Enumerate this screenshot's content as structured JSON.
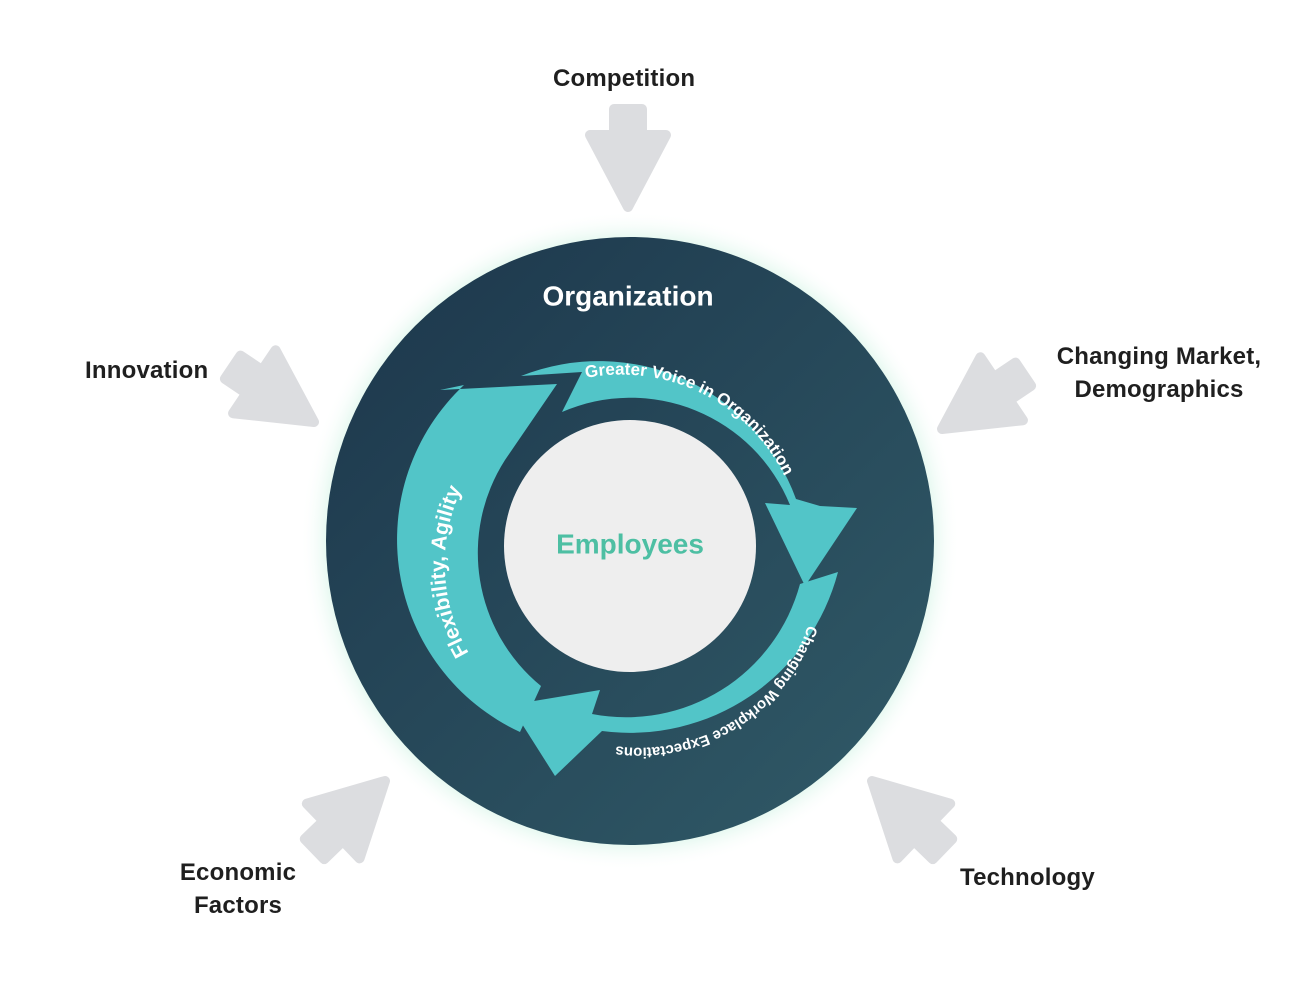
{
  "core": {
    "label": "Employees"
  },
  "ring": {
    "label": "Organization"
  },
  "cycle": {
    "top_right": "Greater Voice in Organization",
    "bottom": "Changing Workplace Expectations",
    "left": "Flexibility, Agility"
  },
  "forces": {
    "top": "Competition",
    "left": "Innovation",
    "right_line1": "Changing Market,",
    "right_line2": "Demographics",
    "bottom_left_line1": "Economic",
    "bottom_left_line2": "Factors",
    "bottom_right": "Technology"
  },
  "colors": {
    "ring_dark": "#1e3a4f",
    "ring_dark_end": "#2f5a67",
    "teal": "#52c5c8",
    "core_fill": "#eeeeee",
    "core_text": "#4dbfa3",
    "force_arrow": "#dcdde0",
    "glow": "#9ee6c6"
  },
  "icons": {
    "force_arrow": "chevron-arrow-icon",
    "cycle_arrow": "curved-arrow-icon"
  }
}
